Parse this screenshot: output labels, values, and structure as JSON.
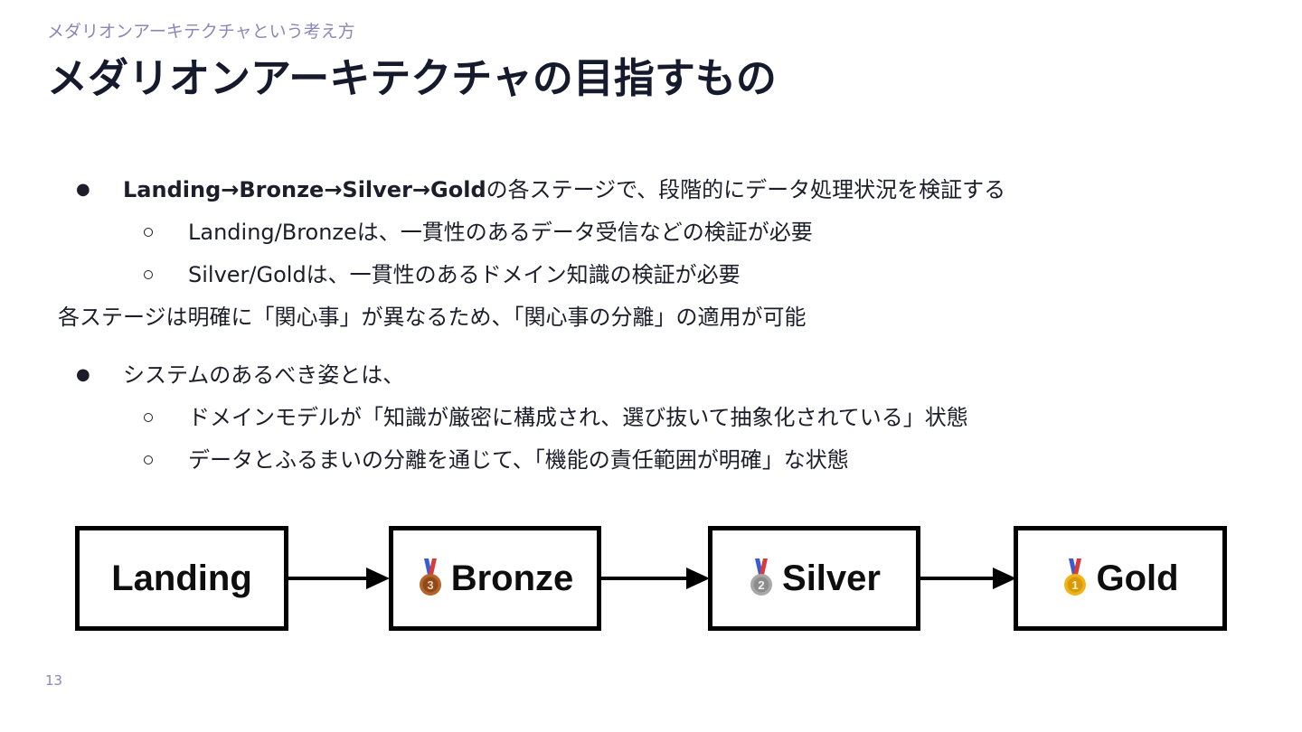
{
  "header": {
    "subtitle": "メダリオンアーキテクチャという考え方",
    "title": "メダリオンアーキテクチャの目指すもの"
  },
  "bullets": {
    "stage_line": {
      "landing": "Landing",
      "arrow1": "→",
      "bronze": "Bronze",
      "arrow2": "→",
      "silver": "Silver",
      "arrow3": "→",
      "gold": "Gold",
      "rest": "の各ステージで、段階的にデータ処理状況を検証する"
    },
    "sub1": "Landing/Bronzeは、一貫性のあるデータ受信などの検証が必要",
    "sub2": "Silver/Goldは、一貫性のあるドメイン知識の検証が必要",
    "plain": "各ステージは明確に「関心事」が異なるため、「関心事の分離」の適用が可能",
    "system": "システムのあるべき姿とは、",
    "sub3": "ドメインモデルが「知識が厳密に構成され、選び抜いて抽象化されている」状態",
    "sub4": "データとふるまいの分離を通じて、「機能の責任範囲が明確」な状態"
  },
  "diagram": {
    "boxes": [
      {
        "label": "Landing",
        "medal": null
      },
      {
        "label": "Bronze",
        "medal": "bronze-medal-icon"
      },
      {
        "label": "Silver",
        "medal": "silver-medal-icon"
      },
      {
        "label": "Gold",
        "medal": "gold-medal-icon"
      }
    ],
    "medal_colors": {
      "bronze": "#b5652a",
      "silver": "#a8a8a8",
      "gold": "#f0b418",
      "ribbon_blue": "#3b5bd6",
      "ribbon_red": "#d93a3a"
    }
  },
  "footer": {
    "page_number": "13"
  }
}
